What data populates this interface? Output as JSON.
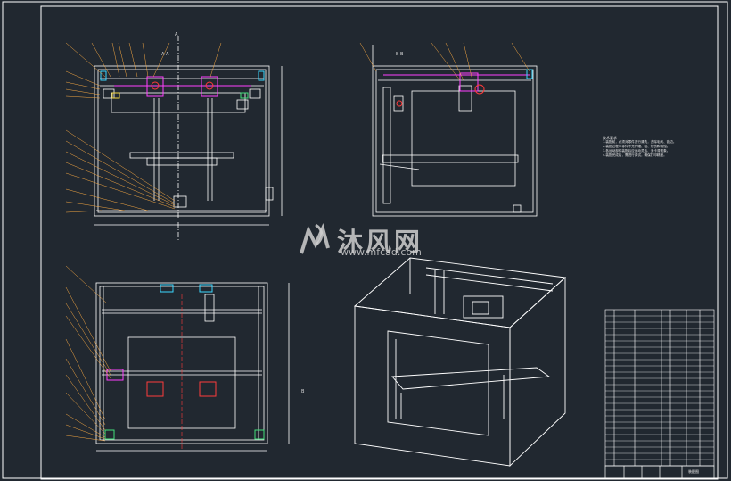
{
  "watermark": {
    "cn": "沐风网",
    "en": "www.mfcad.com"
  },
  "notes": {
    "title": "技术要求",
    "items": [
      "1.装配前，必须对零件进行清洗，去除毛刺、锐边。",
      "2.装配过程中零件不允许磕、碰、划伤和锈蚀。",
      "3.各运动部件装配后应运动灵活、无卡滞现象。",
      "4.装配完成后，需进行调试，确保打印精度。"
    ]
  },
  "section_labels": {
    "front_top": "A-A",
    "side": "B-B",
    "view_a": "A",
    "view_b": "B"
  },
  "title_block": {
    "label": "装配图"
  },
  "colors": {
    "background": "#212830",
    "line": "#ffffff",
    "accent_red": "#ff3b3b",
    "accent_magenta": "#ff40ff",
    "accent_cyan": "#3cd7ff",
    "accent_yellow": "#f5d742",
    "accent_green": "#42e07a"
  }
}
